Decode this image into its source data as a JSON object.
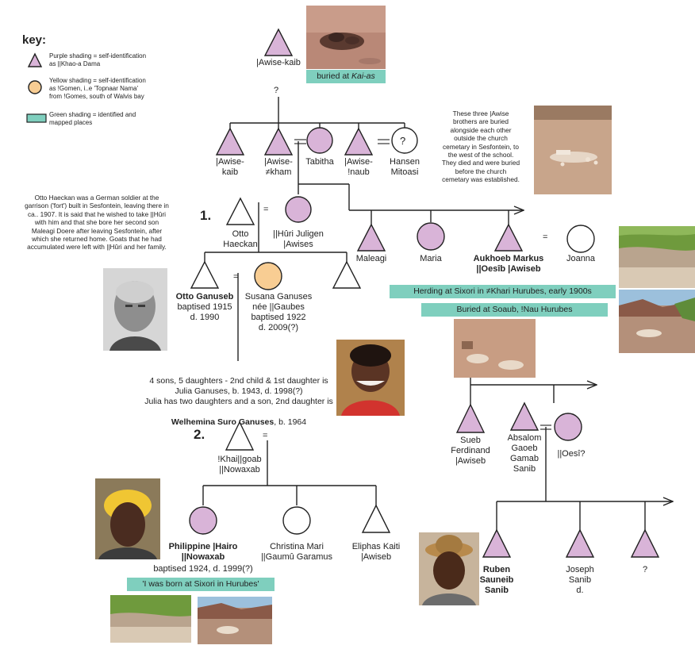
{
  "key": {
    "title": "key:",
    "purple": "Purple shading = self-identification\nas ||Khao-a Dama",
    "yellow": "Yellow shading = self-identification\nas !Gomen, i..e 'Topnaar Nama'\nfrom !Gomes, south of  Walvis bay",
    "green": "Green shading = identified and\nmapped places"
  },
  "colors": {
    "purple": "#d9b4d8",
    "yellow": "#f8cd93",
    "green": "#7fcfbe",
    "line": "#222222"
  },
  "people": {
    "awise_kaib_top": "|Awise-kaib",
    "awise_kaib": "|Awise-\nkaib",
    "awise_kham": "|Awise-\n≠kham",
    "tabitha": "Tabitha",
    "awise_naub": "|Awise-\n!naub",
    "hansen": "Hansen\nMitoasi",
    "otto_haeckan": "Otto\nHaeckan",
    "huri": "||Hûri Juligen\n|Awises",
    "maleagi": "Maleagi",
    "maria": "Maria",
    "aukhoeb_name": "Aukhoeb Markus\n||Oesîb |Awiseb",
    "joanna": "Joanna",
    "otto_ganuseb_name": "Otto Ganuseb",
    "otto_ganuseb_dates": "baptised 1915\nd. 1990",
    "susana": "Susana Ganuses\nnée ||Gaubes\nbaptised 1922\nd. 2009(?)",
    "sueb": "Sueb\nFerdinand\n|Awiseb",
    "absalom": "Absalom\nGaoeb\nGamab\nSanib",
    "oesi": "||Oesî?",
    "khaiigoab": "!Khai||goab\n||Nowaxab",
    "philippine_name": "Philippine |Hairo\n||Nowaxab",
    "philippine_dates": "baptised 1924, d. 1999(?)",
    "christina": "Christina Mari\n||Gaumû Garamus",
    "eliphas": "Eliphas Kaiti\n|Awiseb",
    "ruben": "Ruben\nSauneib\nSanib",
    "joseph": "Joseph\nSanib\nd.",
    "unknown_q": "?"
  },
  "symbols": {
    "marriage": "=",
    "question": "?"
  },
  "numbers": {
    "one": "1.",
    "two": "2."
  },
  "tags": {
    "kaias_prefix": "buried at ",
    "kaias_place": "Kai-as",
    "sixori_1900": "Herding at Sixori in ≠Khari Hurubes, early 1900s",
    "soaub": "Buried at Soaub, !Nau Hurubes",
    "sixori_born": "'I was born at Sixori in Hurubes'"
  },
  "notes": {
    "brothers": "These three |Awise\nbrothers are buried\nalongside each other\noutside the church\ncemetary in Sesfontein, to\nthe west of the school.\nThey died and were buried\nbefore the church\ncemetary was established.",
    "haeckan": "Otto Haeckan was a German soldier at the\ngarrison ('fort') built in Sesfontein, leaving there in\nca.. 1907. It is said that he wished to take ||Hûri\nwith him and that she bore her second son\nMaleagi Doere after leaving Sesfontein, after\nwhich she returned home. Goats that he had\naccumulated were left with ||Hûri and her family.",
    "children_1": "4 sons, 5 daughters - 2nd child & 1st daughter is\nJulia Ganuses, b. 1943, d. 1998(?)\nJulia has two daughters and a son, 2nd daughter is",
    "children_2": "Welhemina Suro Ganuses",
    "children_3": ", b. 1964"
  }
}
